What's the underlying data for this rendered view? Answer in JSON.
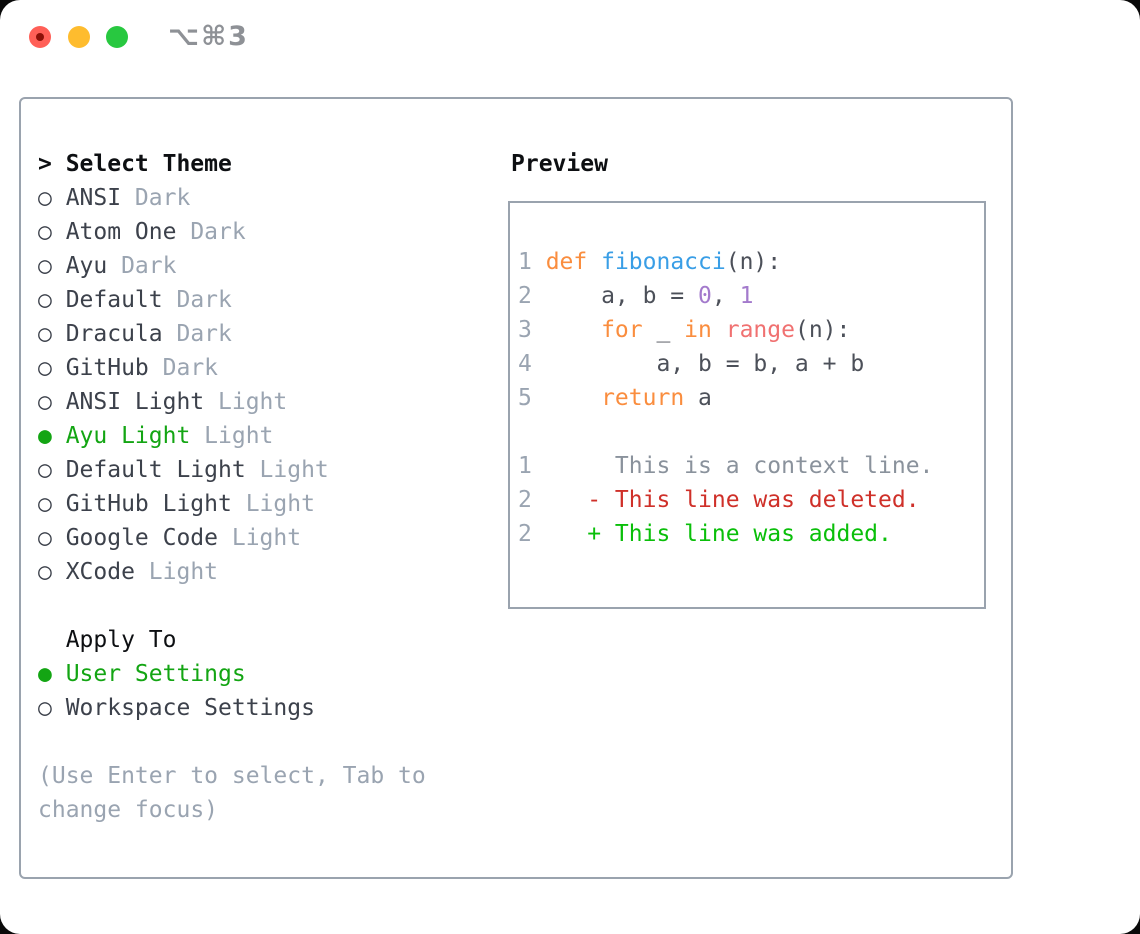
{
  "titlebar": {
    "title": "⌥⌘3",
    "buttons": [
      "close",
      "minimize",
      "zoom"
    ]
  },
  "theme_list": {
    "header": "Select Theme",
    "header_marker": ">",
    "radio_selected_glyph": "●",
    "radio_unselected_glyph": "○",
    "items": [
      {
        "name": "ANSI",
        "tag": "Dark",
        "selected": false
      },
      {
        "name": "Atom One",
        "tag": "Dark",
        "selected": false
      },
      {
        "name": "Ayu",
        "tag": "Dark",
        "selected": false
      },
      {
        "name": "Default",
        "tag": "Dark",
        "selected": false
      },
      {
        "name": "Dracula",
        "tag": "Dark",
        "selected": false
      },
      {
        "name": "GitHub",
        "tag": "Dark",
        "selected": false
      },
      {
        "name": "ANSI Light",
        "tag": "Light",
        "selected": false
      },
      {
        "name": "Ayu Light",
        "tag": "Light",
        "selected": true
      },
      {
        "name": "Default Light",
        "tag": "Light",
        "selected": false
      },
      {
        "name": "GitHub Light",
        "tag": "Light",
        "selected": false
      },
      {
        "name": "Google Code",
        "tag": "Light",
        "selected": false
      },
      {
        "name": "XCode",
        "tag": "Light",
        "selected": false
      }
    ]
  },
  "apply_to": {
    "header": "Apply To",
    "items": [
      {
        "name": "User Settings",
        "selected": true
      },
      {
        "name": "Workspace Settings",
        "selected": false
      }
    ]
  },
  "hint": "(Use Enter to select, Tab to change focus)",
  "preview": {
    "title": "Preview",
    "code_lines": [
      {
        "num": "1",
        "tokens": [
          {
            "t": "def",
            "c": "keyword"
          },
          {
            "t": " ",
            "c": "plain"
          },
          {
            "t": "fibonacci",
            "c": "function"
          },
          {
            "t": "(n):",
            "c": "plain"
          }
        ]
      },
      {
        "num": "2",
        "tokens": [
          {
            "t": "    a, b = ",
            "c": "plain"
          },
          {
            "t": "0",
            "c": "number"
          },
          {
            "t": ", ",
            "c": "plain"
          },
          {
            "t": "1",
            "c": "number"
          }
        ]
      },
      {
        "num": "3",
        "tokens": [
          {
            "t": "    ",
            "c": "plain"
          },
          {
            "t": "for",
            "c": "keyword"
          },
          {
            "t": " _ ",
            "c": "plain"
          },
          {
            "t": "in",
            "c": "keyword"
          },
          {
            "t": " ",
            "c": "plain"
          },
          {
            "t": "range",
            "c": "call"
          },
          {
            "t": "(n):",
            "c": "plain"
          }
        ]
      },
      {
        "num": "4",
        "tokens": [
          {
            "t": "        a, b = b, a + b",
            "c": "plain"
          }
        ]
      },
      {
        "num": "5",
        "tokens": [
          {
            "t": "    ",
            "c": "plain"
          },
          {
            "t": "return",
            "c": "keyword"
          },
          {
            "t": " a",
            "c": "plain"
          }
        ]
      }
    ],
    "diff_lines": [
      {
        "num": "1",
        "text": "     This is a context line.",
        "kind": "context"
      },
      {
        "num": "2",
        "text": "   - This line was deleted.",
        "kind": "deleted"
      },
      {
        "num": "2",
        "text": "   + This line was added.",
        "kind": "added"
      }
    ]
  },
  "colors": {
    "accent_green": "#13a513",
    "text_primary": "#3c414b",
    "text_heading": "#0d0f12",
    "text_muted": "#9aa4b1",
    "panel_border": "#9aa3ae",
    "title_gray": "#8e9196",
    "traffic_red": "#ff5f57",
    "traffic_red_dot": "#8c1008",
    "traffic_yellow": "#febc2e",
    "traffic_green": "#28c840",
    "code_keyword": "#fa8d3e",
    "code_function": "#399ee6",
    "code_number": "#a37acc",
    "code_call": "#f07171",
    "code_plain": "#4c5059",
    "line_number": "#9aa4b1",
    "diff_context": "#8a929c",
    "diff_deleted": "#cf3029",
    "diff_added": "#0abf0a"
  }
}
